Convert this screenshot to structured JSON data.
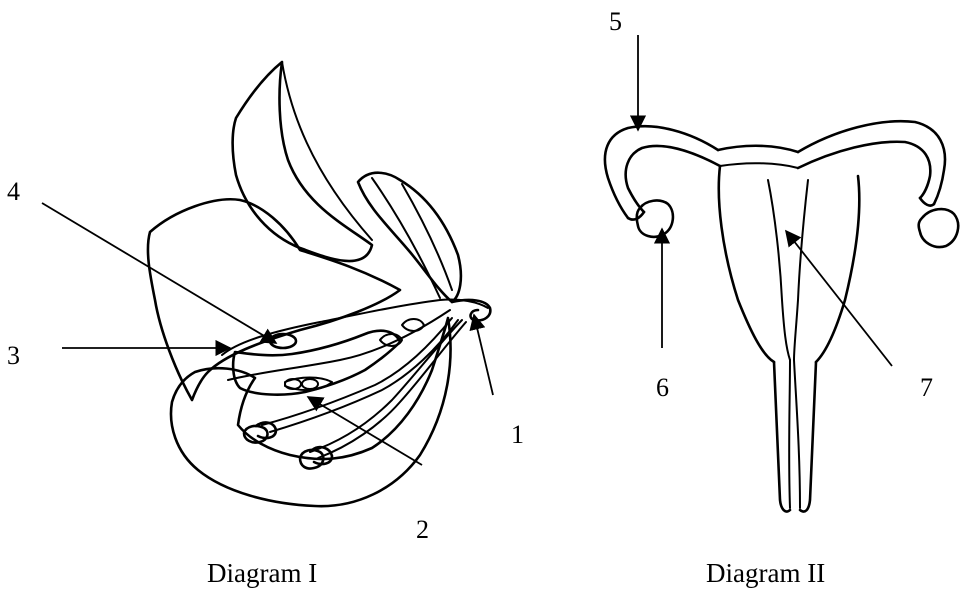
{
  "diagram_1": {
    "caption": "Diagram I",
    "labels": [
      "1",
      "2",
      "3",
      "4"
    ]
  },
  "diagram_2": {
    "caption": "Diagram II",
    "labels": [
      "5",
      "6",
      "7"
    ]
  }
}
